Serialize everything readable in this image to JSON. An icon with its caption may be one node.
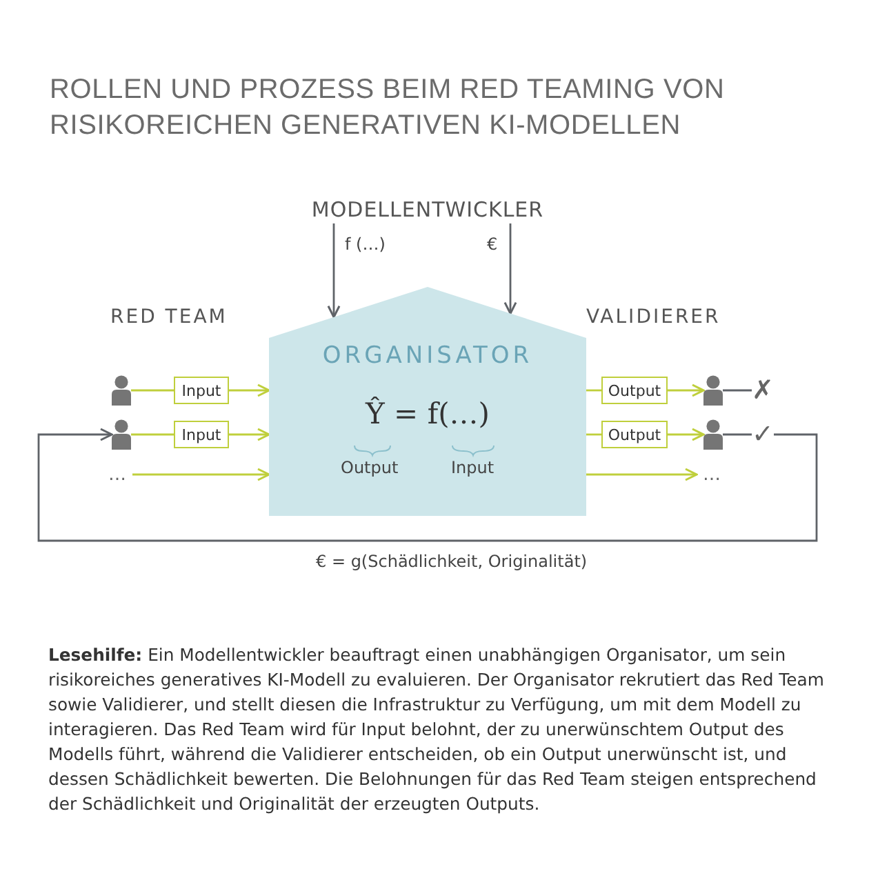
{
  "diagram": {
    "title": "ROLLEN UND PROZESS BEIM RED TEAMING VON RISIKOREICHEN GENERATIVEN KI-MODELLEN",
    "caption": "**Lesehilfe:** Ein Modellentwickler beauftragt einen unabhängigen Organisator, um sein risikoreiches generatives KI-Modell zu evaluieren. Der Organisator rekrutiert das Red Team sowie Validierer, und stellt diesen die Infrastruktur zu Verfügung, um mit dem Modell zu interagieren. Das Red Team wird für Input belohnt, der zu unerwünschtem Output des Modells führt, während die Validierer entscheiden, ob ein Output unerwünscht ist, und dessen Schädlichkeit bewerten. Die Belohnungen für das Red Team steigen entsprechend der Schädlichkeit und Originalität der erzeugten Outputs.",
    "nodes": [
      {
        "text": [
          "MODELLENTWICKLER"
        ]
      },
      {
        "text": [
          "ORGANISATOR",
          "Ŷ = f(…)",
          "Output",
          "Input"
        ]
      },
      {
        "text": [],
        "shape": "person"
      },
      {
        "text": [
          "Input"
        ]
      },
      {
        "text": [],
        "shape": "person"
      },
      {
        "text": [
          "Input"
        ]
      },
      {
        "text": [
          "…"
        ]
      },
      {
        "text": [
          "Output"
        ]
      },
      {
        "text": [],
        "shape": "person"
      },
      {
        "text": [
          "✗"
        ]
      },
      {
        "text": [
          "Output"
        ]
      },
      {
        "text": [],
        "shape": "person"
      },
      {
        "text": [
          "✓"
        ]
      },
      {
        "text": [
          "…"
        ]
      }
    ],
    "edges": [
      {
        "from": 0,
        "to": 1,
        "arrow": "to",
        "label": "f (…)",
        "color": "#5f6368"
      },
      {
        "from": 0,
        "to": 1,
        "arrow": "to",
        "label": "€",
        "color": "#5f6368"
      },
      {
        "from": 2,
        "to": 3,
        "arrow": "none"
      },
      {
        "from": 3,
        "to": 1,
        "arrow": "to"
      },
      {
        "from": 4,
        "to": 5,
        "arrow": "none"
      },
      {
        "from": 5,
        "to": 1,
        "arrow": "to"
      },
      {
        "from": 6,
        "to": 1,
        "arrow": "to"
      },
      {
        "from": 1,
        "to": 7,
        "arrow": "none"
      },
      {
        "from": 7,
        "to": 8,
        "arrow": "to"
      },
      {
        "from": 8,
        "to": 9,
        "arrow": "none",
        "color": "#5f6368"
      },
      {
        "from": 1,
        "to": 10,
        "arrow": "none"
      },
      {
        "from": 10,
        "to": 11,
        "arrow": "to"
      },
      {
        "from": 11,
        "to": 12,
        "arrow": "none",
        "color": "#5f6368"
      },
      {
        "from": 1,
        "to": 13,
        "arrow": "to"
      },
      {
        "from": 12,
        "to": 4,
        "arrow": "to",
        "label": "€ = g(Schädlichkeit, Originalität)",
        "color": "#5f6368"
      }
    ],
    "labels": [
      "RED TEAM",
      "VALIDIERER"
    ]
  }
}
